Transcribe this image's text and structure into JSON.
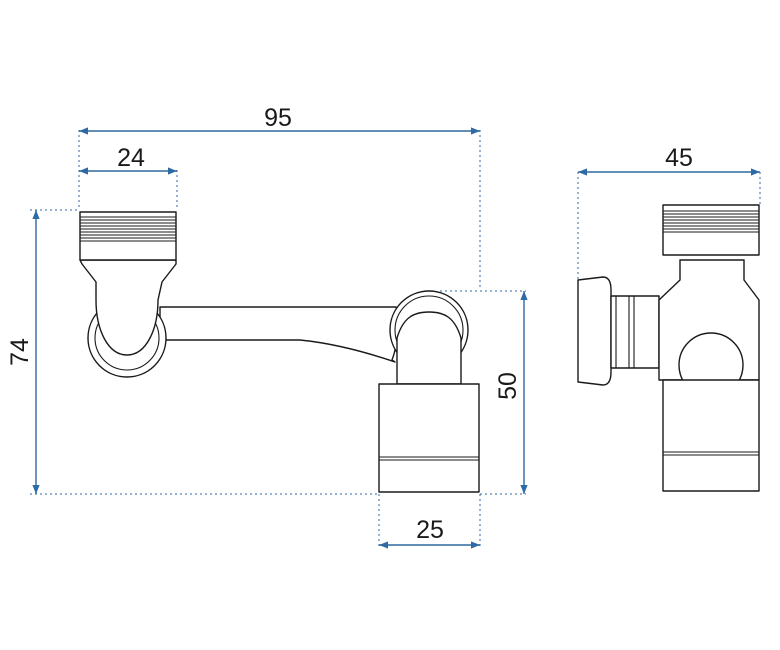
{
  "dimensions": {
    "overall_width": "95",
    "thread_width": "24",
    "overall_height": "74",
    "outlet_height": "50",
    "outlet_width": "25",
    "side_width": "45"
  },
  "colors": {
    "dimension_line": "#2e6aa3",
    "outline": "#1a1a1a",
    "background": "#ffffff"
  }
}
